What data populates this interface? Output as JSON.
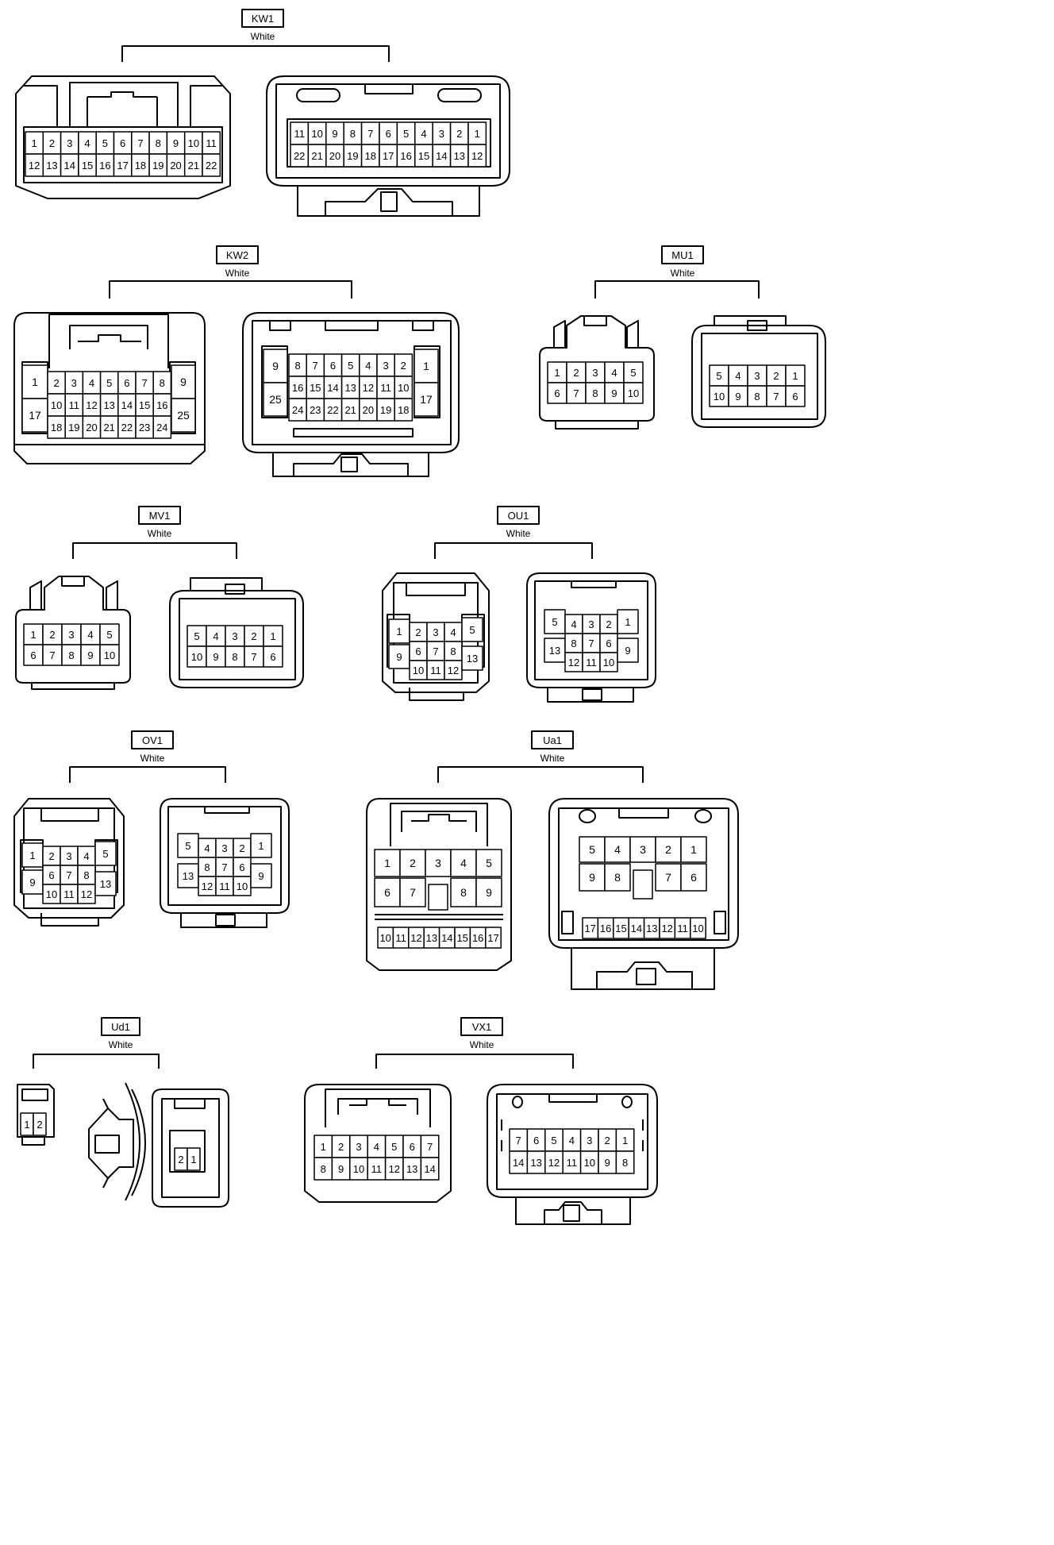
{
  "connectors": [
    {
      "id": "kw1",
      "label": "KW1",
      "color": "White",
      "left_rows": [
        [
          "1",
          "2",
          "3",
          "4",
          "5",
          "6",
          "7",
          "8",
          "9",
          "10",
          "11"
        ],
        [
          "12",
          "13",
          "14",
          "15",
          "16",
          "17",
          "18",
          "19",
          "20",
          "21",
          "22"
        ]
      ],
      "right_rows": [
        [
          "11",
          "10",
          "9",
          "8",
          "7",
          "6",
          "5",
          "4",
          "3",
          "2",
          "1"
        ],
        [
          "22",
          "21",
          "20",
          "19",
          "18",
          "17",
          "16",
          "15",
          "14",
          "13",
          "12"
        ]
      ]
    },
    {
      "id": "kw2",
      "label": "KW2",
      "color": "White",
      "left_side": [
        "1",
        "17"
      ],
      "left_mid_rows": [
        [
          "2",
          "3",
          "4",
          "5",
          "6",
          "7",
          "8"
        ],
        [
          "10",
          "11",
          "12",
          "13",
          "14",
          "15",
          "16"
        ],
        [
          "18",
          "19",
          "20",
          "21",
          "22",
          "23",
          "24"
        ]
      ],
      "left_side2": [
        "9",
        "25"
      ],
      "right_side": [
        "9",
        "25"
      ],
      "right_mid_rows": [
        [
          "8",
          "7",
          "6",
          "5",
          "4",
          "3",
          "2"
        ],
        [
          "16",
          "15",
          "14",
          "13",
          "12",
          "11",
          "10"
        ],
        [
          "24",
          "23",
          "22",
          "21",
          "20",
          "19",
          "18"
        ]
      ],
      "right_side2": [
        "1",
        "17"
      ]
    },
    {
      "id": "mu1",
      "label": "MU1",
      "color": "White",
      "left_rows": [
        [
          "1",
          "2",
          "3",
          "4",
          "5"
        ],
        [
          "6",
          "7",
          "8",
          "9",
          "10"
        ]
      ],
      "right_rows": [
        [
          "5",
          "4",
          "3",
          "2",
          "1"
        ],
        [
          "10",
          "9",
          "8",
          "7",
          "6"
        ]
      ]
    },
    {
      "id": "mv1",
      "label": "MV1",
      "color": "White",
      "left_rows": [
        [
          "1",
          "2",
          "3",
          "4",
          "5"
        ],
        [
          "6",
          "7",
          "8",
          "9",
          "10"
        ]
      ],
      "right_rows": [
        [
          "5",
          "4",
          "3",
          "2",
          "1"
        ],
        [
          "10",
          "9",
          "8",
          "7",
          "6"
        ]
      ]
    },
    {
      "id": "ou1",
      "label": "OU1",
      "color": "White",
      "left_pins": [
        "1",
        "9",
        "2",
        "3",
        "4",
        "6",
        "7",
        "8",
        "10",
        "11",
        "12",
        "5",
        "13"
      ],
      "right_pins": [
        "5",
        "13",
        "4",
        "3",
        "2",
        "8",
        "7",
        "6",
        "12",
        "11",
        "10",
        "1",
        "9"
      ]
    },
    {
      "id": "ov1",
      "label": "OV1",
      "color": "White",
      "left_pins": [
        "1",
        "9",
        "2",
        "3",
        "4",
        "6",
        "7",
        "8",
        "10",
        "11",
        "12",
        "5",
        "13"
      ],
      "right_pins": [
        "5",
        "13",
        "4",
        "3",
        "2",
        "8",
        "7",
        "6",
        "12",
        "11",
        "10",
        "1",
        "9"
      ]
    },
    {
      "id": "ua1",
      "label": "Ua1",
      "color": "White",
      "left_top": [
        "1",
        "2",
        "3",
        "4",
        "5"
      ],
      "left_mid": [
        "6",
        "7",
        "8",
        "9"
      ],
      "left_bottom": [
        "10",
        "11",
        "12",
        "13",
        "14",
        "15",
        "16",
        "17"
      ],
      "right_top": [
        "5",
        "4",
        "3",
        "2",
        "1"
      ],
      "right_mid": [
        "9",
        "8",
        "7",
        "6"
      ],
      "right_bottom": [
        "17",
        "16",
        "15",
        "14",
        "13",
        "12",
        "11",
        "10"
      ]
    },
    {
      "id": "ud1",
      "label": "Ud1",
      "color": "White",
      "left_pins": [
        "1",
        "2"
      ],
      "right_pins": [
        "2",
        "1"
      ]
    },
    {
      "id": "vx1",
      "label": "VX1",
      "color": "White",
      "left_rows": [
        [
          "1",
          "2",
          "3",
          "4",
          "5",
          "6",
          "7"
        ],
        [
          "8",
          "9",
          "10",
          "11",
          "12",
          "13",
          "14"
        ]
      ],
      "right_rows": [
        [
          "7",
          "6",
          "5",
          "4",
          "3",
          "2",
          "1"
        ],
        [
          "14",
          "13",
          "12",
          "11",
          "10",
          "9",
          "8"
        ]
      ]
    }
  ]
}
